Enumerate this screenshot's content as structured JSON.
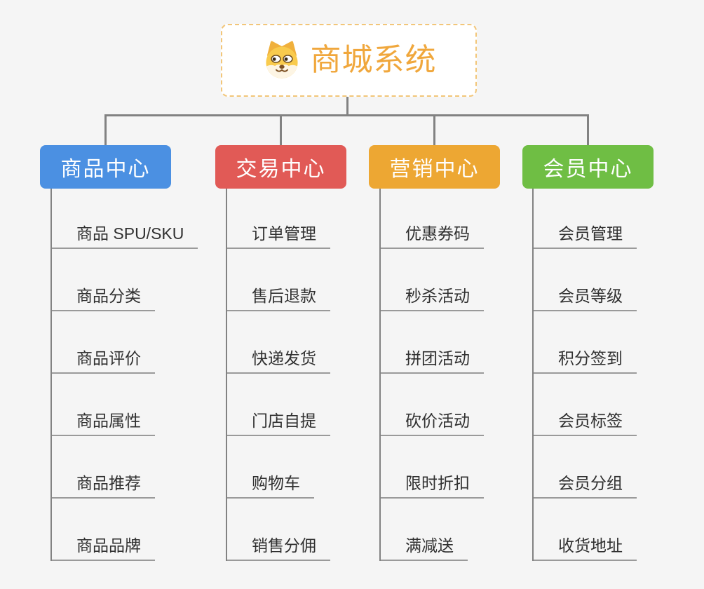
{
  "root": {
    "title": "商城系统",
    "icon": "dog-face-icon"
  },
  "branches": [
    {
      "label": "商品中心",
      "color": "#4B90E2",
      "items": [
        "商品 SPU/SKU",
        "商品分类",
        "商品评价",
        "商品属性",
        "商品推荐",
        "商品品牌"
      ]
    },
    {
      "label": "交易中心",
      "color": "#E15A56",
      "items": [
        "订单管理",
        "售后退款",
        "快递发货",
        "门店自提",
        "购物车",
        "销售分佣"
      ]
    },
    {
      "label": "营销中心",
      "color": "#EDA733",
      "items": [
        "优惠券码",
        "秒杀活动",
        "拼团活动",
        "砍价活动",
        "限时折扣",
        "满减送"
      ]
    },
    {
      "label": "会员中心",
      "color": "#6FBE44",
      "items": [
        "会员管理",
        "会员等级",
        "积分签到",
        "会员标签",
        "会员分组",
        "收货地址"
      ]
    }
  ],
  "colors": {
    "canvas_background": "#F5F5F5",
    "connector": "#828282",
    "leaf_underline": "#9A9A9A",
    "root_accent": "#F0A73C",
    "root_border": "#F2C679",
    "leaf_text": "#303030"
  }
}
